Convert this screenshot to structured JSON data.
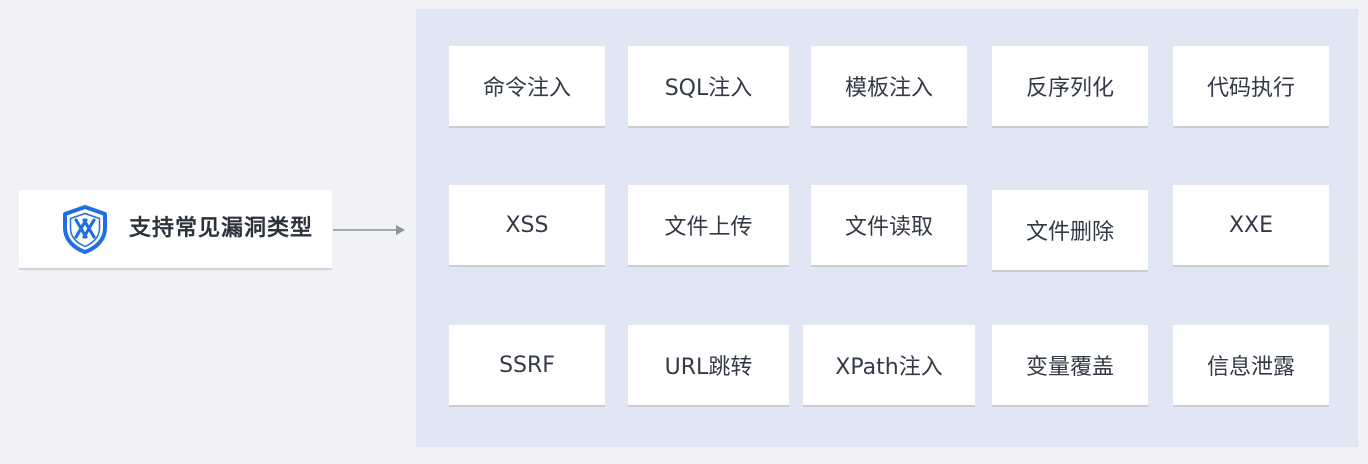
{
  "source": {
    "label": "支持常见漏洞类型",
    "icon": "shield-x-icon",
    "icon_color": "#1f6fe0"
  },
  "connector": {
    "icon": "arrow-right-icon",
    "color": "#8c919b"
  },
  "panel": {
    "background": "#e1e6f4"
  },
  "vulnerability_types": [
    [
      "命令注入",
      "SQL注入",
      "模板注入",
      "反序列化",
      "代码执行"
    ],
    [
      "XSS",
      "文件上传",
      "文件读取",
      "文件删除",
      "XXE"
    ],
    [
      "SSRF",
      "URL跳转",
      "XPath注入",
      "变量覆盖",
      "信息泄露"
    ]
  ]
}
